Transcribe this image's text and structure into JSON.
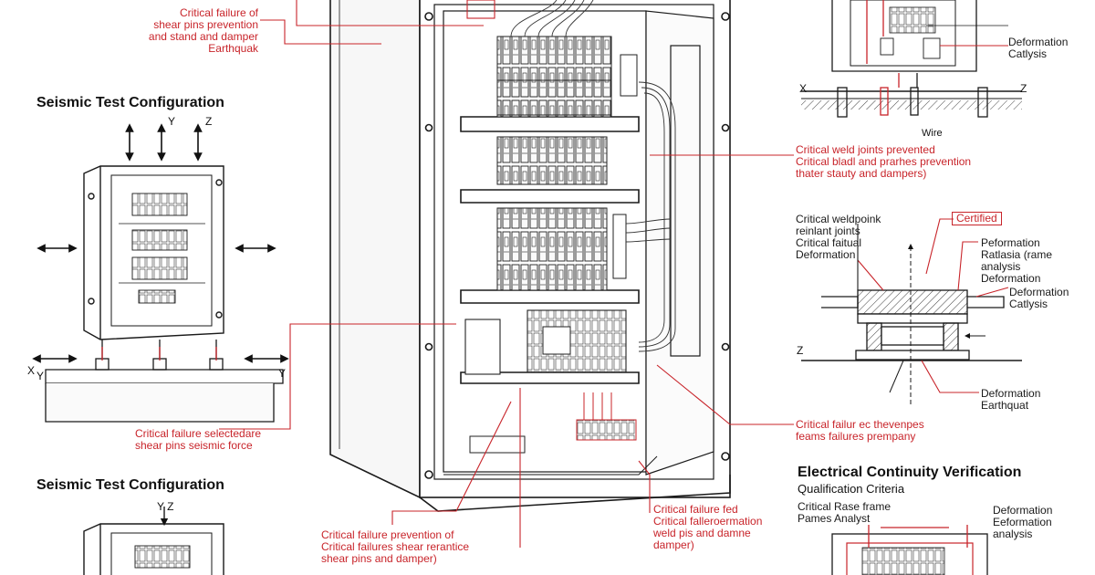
{
  "headings": {
    "seismic_1": "Seismic Test Configuration",
    "seismic_2": "Seismic Test Configuration",
    "continuity": "Electrical Continuity Verification",
    "criteria": "Qualification Criteria"
  },
  "axes": {
    "left_top_y": "Y",
    "left_top_z": "Z",
    "left_x": "X",
    "left_y_small": "Y",
    "left_y_right": "Y",
    "left2_yz": "Y Z",
    "right_x": "X",
    "right_z": "Z",
    "right_z2": "Z",
    "right_mid": "Wire"
  },
  "labels": {
    "top_left": "Critical failure of\nshear pins prevention\nand stand and damper\nEarthquak",
    "left_bottom": "Critical failure selectedare\nshear pins seismic force",
    "bottom_left": "Critical failure prevention of\nCritical failures shear rerantice\nshear pins and damper)",
    "bottom_mid": "Critical failure fed\nCritical falleroermation\nweld pis and damne\ndamper)",
    "right_mid": "Critical weld joints prevented\nCritical bladl and prarhes prevention\nthater stauty and dampers)",
    "right_bottom_red": "Critical failur ec thevenpes\nfeams failures prempany",
    "right_top_1": "Deformation\nCatlysis",
    "right_weld": "Critical weldpoink\nreinlant joints\nCritical faitual\nDeformation",
    "certified": "Certified",
    "right_deform_1": "Peformation\nRatlasia (rame\nanalysis\nDeformation",
    "right_deform_2": "Deformation\nCatlysis",
    "right_deform_3": "Deformation\nEarthquat",
    "criteria_left": "Critical Rase frame\nPames Analyst",
    "criteria_right": "Deformation\nEeformation\nanalysis"
  },
  "colors": {
    "ink": "#1a1a1a",
    "accent_red": "#c8242a"
  }
}
